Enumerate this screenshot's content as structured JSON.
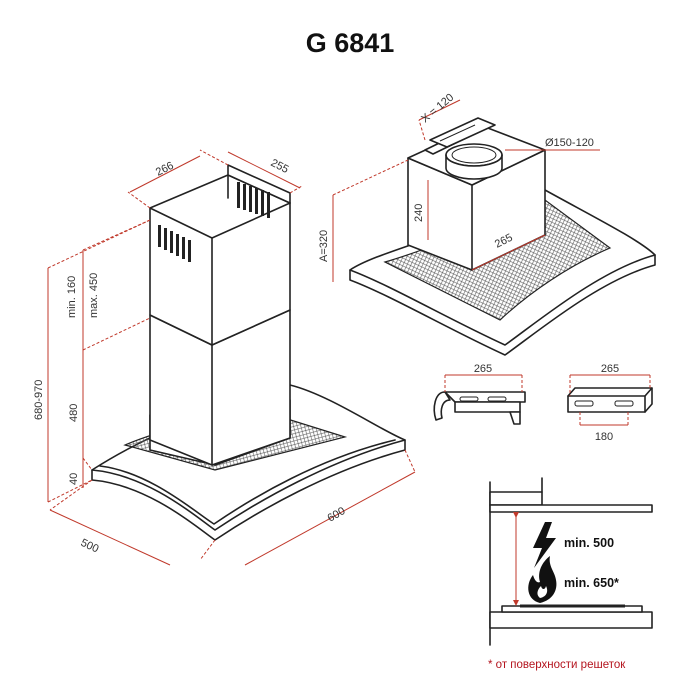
{
  "title": "G 6841",
  "colors": {
    "dimension_line": "#c0392b",
    "outline": "#222222",
    "footnote": "#b4141e"
  },
  "main_view": {
    "dims": {
      "chimney_depth": "266",
      "chimney_width": "255",
      "upper_range": "min. 160",
      "upper_range_max": "max. 450",
      "total_height": "680-970",
      "lower_chimney": "480",
      "canopy_height": "40",
      "depth": "500",
      "width": "600"
    }
  },
  "motor_view": {
    "dims": {
      "x_offset": "X = 120",
      "duct": "Ø150-120",
      "height_a": "A=320",
      "box_height": "240",
      "box_width": "265"
    }
  },
  "brackets": {
    "left_width": "265",
    "right_width": "265",
    "right_slot": "180"
  },
  "clearance": {
    "electric": "min. 500",
    "gas": "min. 650*",
    "icons": [
      "lightning-icon",
      "flame-icon"
    ]
  },
  "footnote": "* от поверхности решеток"
}
